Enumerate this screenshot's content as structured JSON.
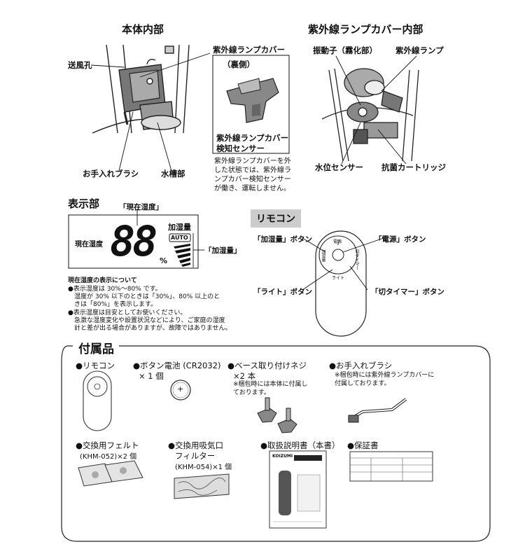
{
  "body_section": {
    "title": "本体内部",
    "labels": {
      "air_hole": "送風孔",
      "uv_cover": "紫外線ランプカバー",
      "back_side": "（裏側）",
      "cover_sensor": "紫外線ランプカバー検知センサー",
      "cleaning_brush": "お手入れブラシ",
      "water_tank": "水槽部"
    },
    "note": "紫外線ランプカバーを外した状態では、紫外線ランプカバー検知センサーが働き、運転しません。"
  },
  "uv_section": {
    "title": "紫外線ランプカバー内部",
    "labels": {
      "vibrator": "振動子（霧化部）",
      "uv_lamp": "紫外線ランプ",
      "water_sensor": "水位センサー",
      "antibacterial_cartridge": "抗菌カートリッジ"
    }
  },
  "display_section": {
    "title": "表示部",
    "current_humidity_callout": "「現在湿度」",
    "current_humidity_label": "現在湿度",
    "digits": "88",
    "percent": "%",
    "humidify_amount_label": "加湿量",
    "auto_badge": "AUTO",
    "humidify_amount_callout": "「加湿量」",
    "notes_title": "現在湿度の表示について",
    "note1_line1": "●表示湿度は 30%～80% です。",
    "note1_line2": "湿度が 30% 以下のときは「30%」、80% 以上のと",
    "note1_line3": "きは「80%」を表示します。",
    "note2_line1": "●表示湿度は目安としてお使いください。",
    "note2_line2": "急激な湿度変化や設置状況などにより、ご家庭の湿度",
    "note2_line3": "計と差が出る場合がありますが、故障ではありません。"
  },
  "remote_section": {
    "title": "リモコン",
    "humidify_button": "「加湿量」ボタン",
    "power_button": "「電源」ボタン",
    "light_button": "「ライト」ボタン",
    "timer_button": "「切タイマー」ボタン",
    "remote_power_text": "電源",
    "remote_light_text": "ライト",
    "remote_humid_text": "加湿量",
    "remote_timer_text": "切タイマー"
  },
  "accessories": {
    "title": "付属品",
    "remote": "●リモコン",
    "battery": "●ボタン電池 (CR2032)",
    "battery_qty": "× 1 個",
    "battery_plus": "+",
    "screw": "●ベース取り付けネジ",
    "screw_qty": "×2 本",
    "screw_note": "※梱包時には本体に付属しております。",
    "brush": "●お手入れブラシ",
    "brush_note": "※梱包時には紫外線ランプカバーに付属しております。",
    "felt": "●交換用フェルト",
    "felt_qty": "(KHM-052)×2 個",
    "filter_line1": "●交換用吸気口",
    "filter_line2": "フィルター",
    "filter_qty": "(KHM-054)×1 個",
    "manual": "●取扱説明書（本書）",
    "warranty": "●保証書",
    "manual_brand": "KOIZUMI"
  }
}
